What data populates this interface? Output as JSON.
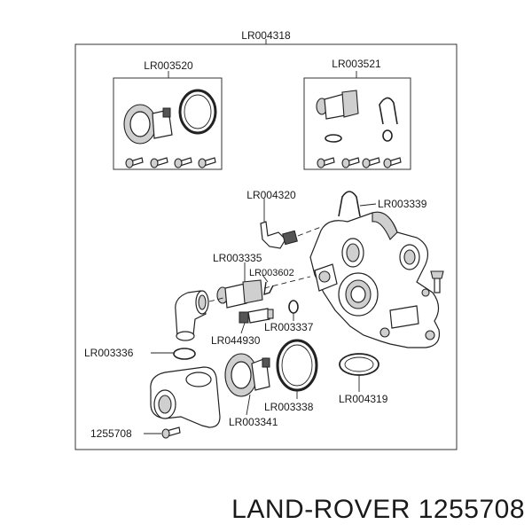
{
  "labels": {
    "assembly": "LR004318",
    "thermostat_kit": "LR003520",
    "sensor_kit": "LR003521",
    "sensor_connector": "LR004320",
    "clip_top": "LR003339",
    "sensor": "LR003335",
    "clip_small": "LR003602",
    "oring_small": "LR003337",
    "temp_sender": "LR044930",
    "gasket_outlet": "LR003336",
    "housing_gasket": "LR004319",
    "oring_thermostat": "LR003338",
    "thermostat": "LR003341",
    "bolt": "1255708"
  },
  "footer": {
    "title": "LAND-ROVER 1255708"
  }
}
